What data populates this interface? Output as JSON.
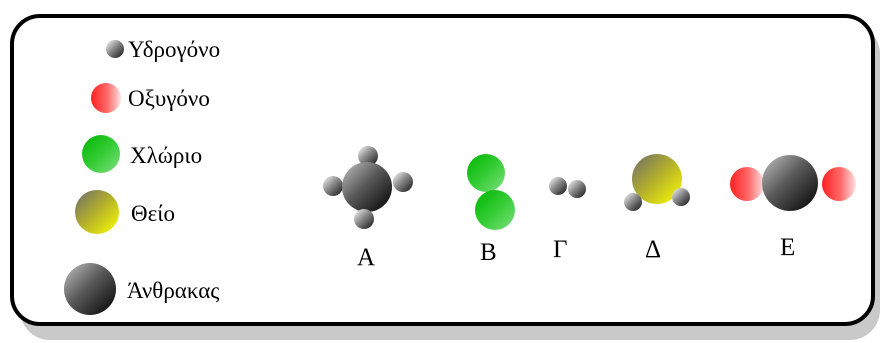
{
  "legend": [
    {
      "label": "Υδρογόνο",
      "element": "hydrogen",
      "color": "#8a8a8a"
    },
    {
      "label": "Οξυγόνο",
      "element": "oxygen",
      "color": "#ff3b3b"
    },
    {
      "label": "Χλώριο",
      "element": "chlorine",
      "color": "#22c422"
    },
    {
      "label": "Θείο",
      "element": "sulfur",
      "color": "#e6e010"
    },
    {
      "label": "Άνθρακας",
      "element": "carbon",
      "color": "#505050"
    }
  ],
  "molecules": [
    {
      "label": "Α",
      "atoms": [
        "carbon",
        "hydrogen",
        "hydrogen",
        "hydrogen",
        "hydrogen"
      ]
    },
    {
      "label": "Β",
      "atoms": [
        "chlorine",
        "chlorine"
      ]
    },
    {
      "label": "Γ",
      "atoms": [
        "hydrogen",
        "hydrogen"
      ]
    },
    {
      "label": "Δ",
      "atoms": [
        "sulfur",
        "hydrogen",
        "hydrogen"
      ]
    },
    {
      "label": "Ε",
      "atoms": [
        "oxygen",
        "carbon",
        "oxygen"
      ]
    }
  ]
}
